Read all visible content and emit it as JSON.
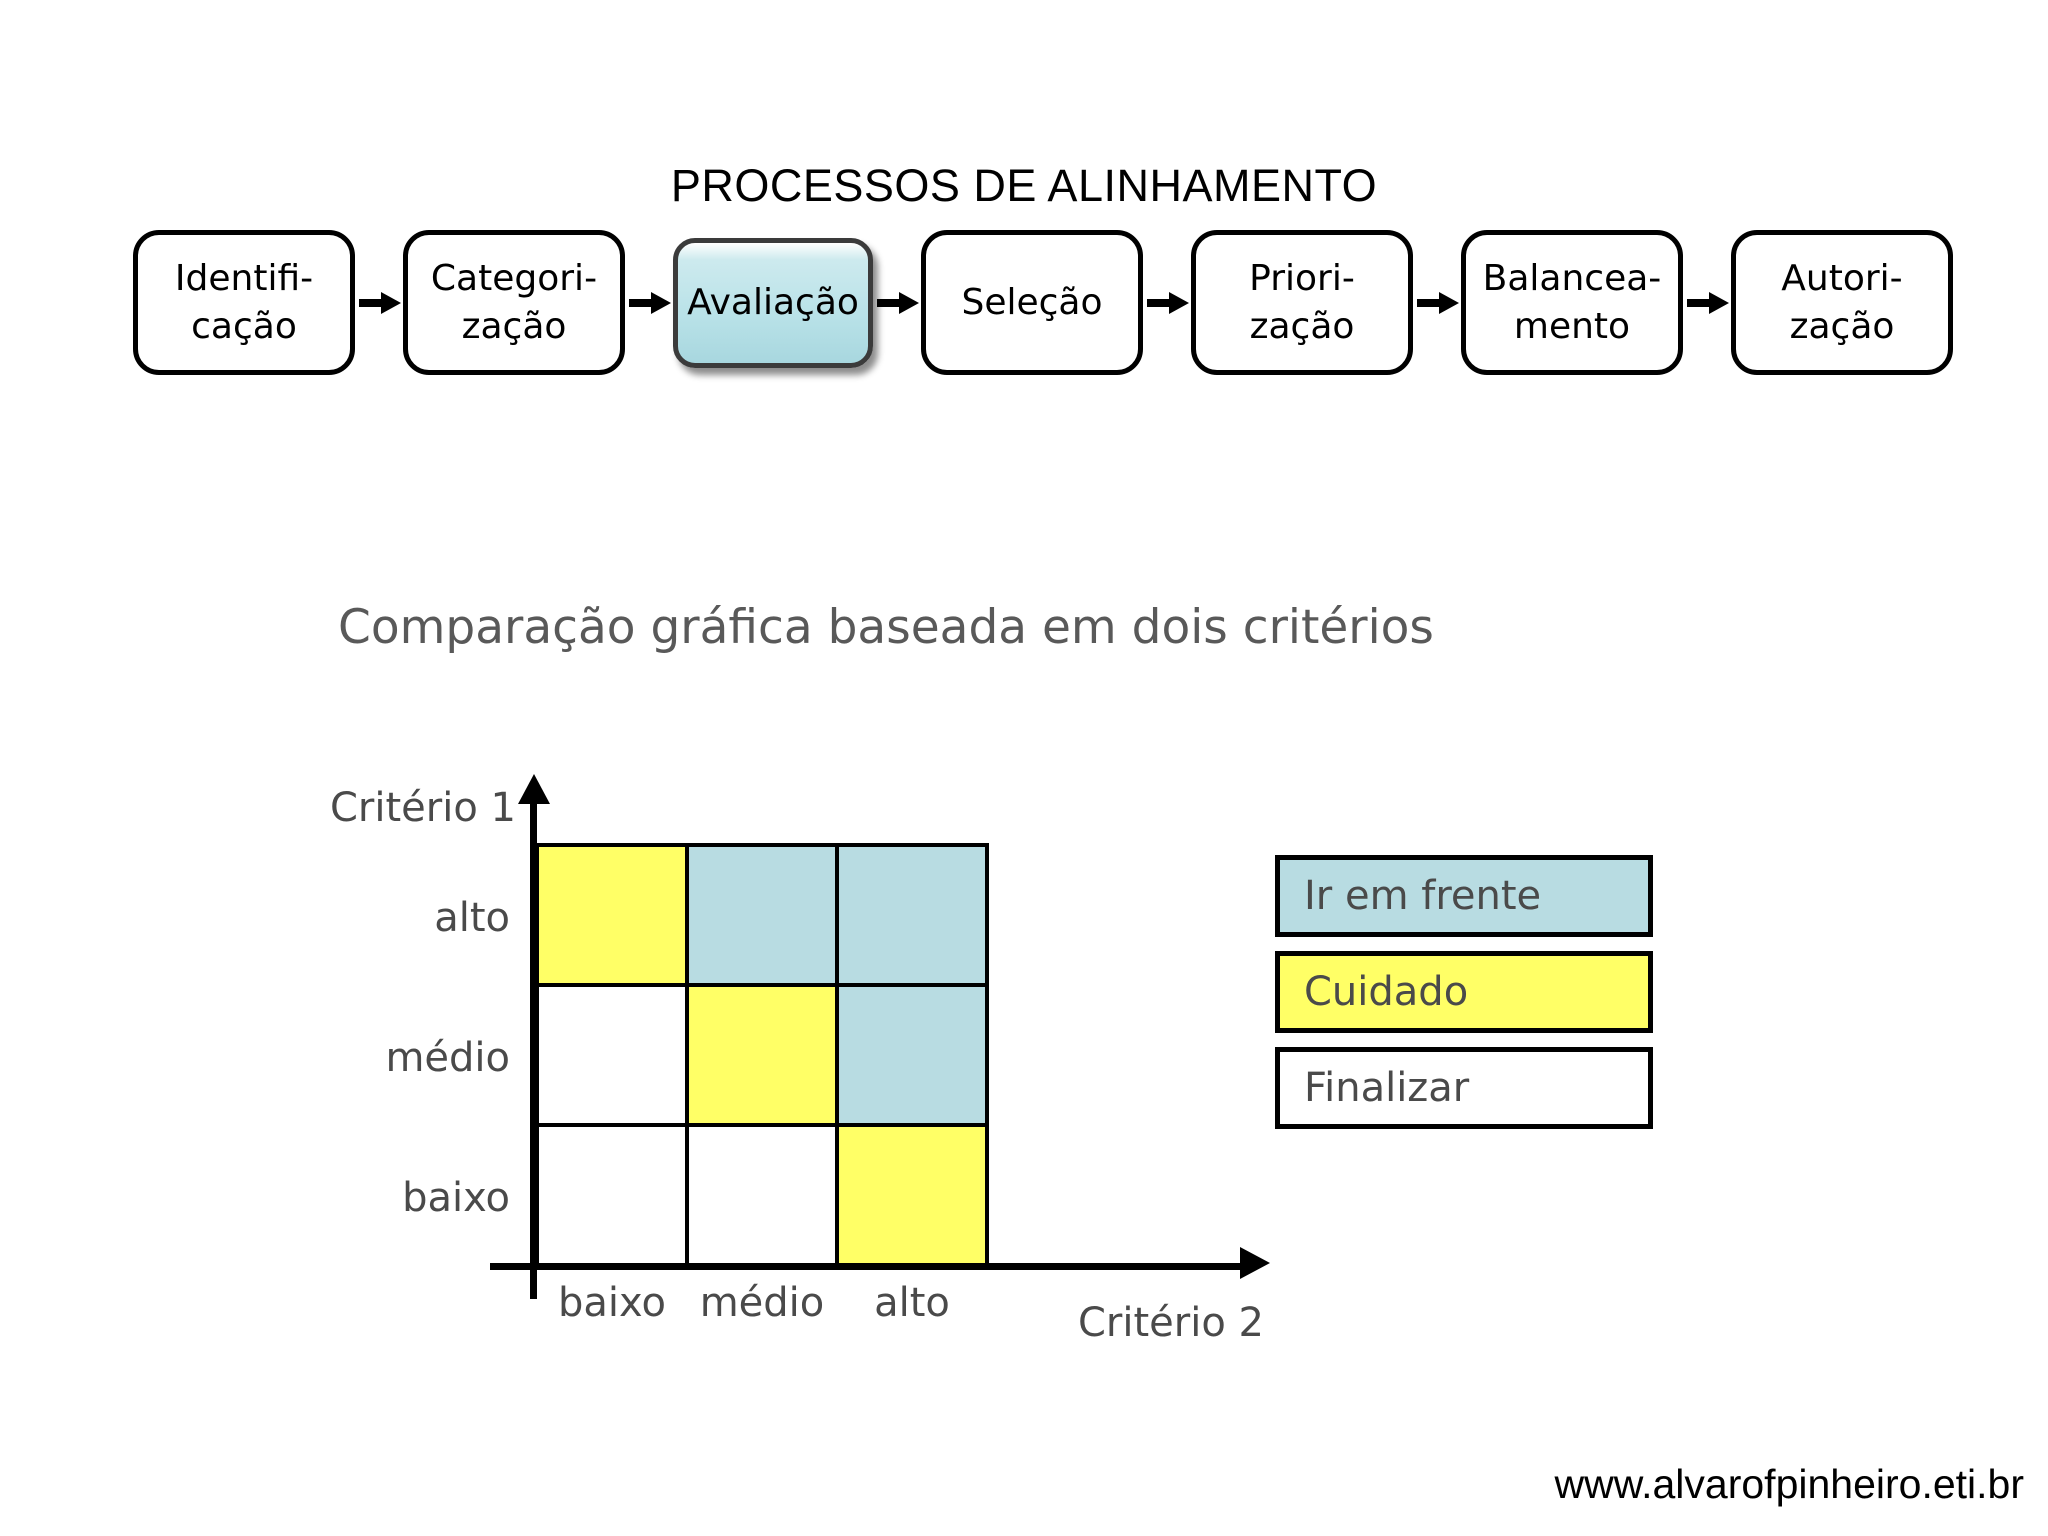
{
  "process": {
    "title": "PROCESSOS DE ALINHAMENTO",
    "steps": [
      {
        "label": "Identifi-\ncação",
        "highlighted": false
      },
      {
        "label": "Categori-\nzação",
        "highlighted": false
      },
      {
        "label": "Avaliação",
        "highlighted": true
      },
      {
        "label": "Seleção",
        "highlighted": false
      },
      {
        "label": "Priori-\nzação",
        "highlighted": false
      },
      {
        "label": "Balancea-\nmento",
        "highlighted": false
      },
      {
        "label": "Autori-\nzação",
        "highlighted": false
      }
    ]
  },
  "matrix": {
    "subtitle": "Comparação gráfica baseada em dois critérios",
    "y_axis_title": "Critério 1",
    "x_axis_title": "Critério 2",
    "y_ticks": [
      "alto",
      "médio",
      "baixo"
    ],
    "x_ticks": [
      "baixo",
      "médio",
      "alto"
    ]
  },
  "chart_data": {
    "type": "heatmap",
    "title": "Comparação gráfica baseada em dois critérios",
    "xlabel": "Critério 2",
    "ylabel": "Critério 1",
    "x_categories": [
      "baixo",
      "médio",
      "alto"
    ],
    "y_categories": [
      "alto",
      "médio",
      "baixo"
    ],
    "grid": true,
    "legend_position": "right",
    "cells": [
      [
        {
          "row": "alto",
          "col": "baixo",
          "category": "Cuidado",
          "color": "#ffff66"
        },
        {
          "row": "alto",
          "col": "médio",
          "category": "Ir em frente",
          "color": "#b8dce2"
        },
        {
          "row": "alto",
          "col": "alto",
          "category": "Ir em frente",
          "color": "#b8dce2"
        }
      ],
      [
        {
          "row": "médio",
          "col": "baixo",
          "category": "Finalizar",
          "color": "#ffffff"
        },
        {
          "row": "médio",
          "col": "médio",
          "category": "Cuidado",
          "color": "#ffff66"
        },
        {
          "row": "médio",
          "col": "alto",
          "category": "Ir em frente",
          "color": "#b8dce2"
        }
      ],
      [
        {
          "row": "baixo",
          "col": "baixo",
          "category": "Finalizar",
          "color": "#ffffff"
        },
        {
          "row": "baixo",
          "col": "médio",
          "category": "Finalizar",
          "color": "#ffffff"
        },
        {
          "row": "baixo",
          "col": "alto",
          "category": "Cuidado",
          "color": "#ffff66"
        }
      ]
    ],
    "legend": [
      {
        "label": "Ir em frente",
        "color": "#b8dce2"
      },
      {
        "label": "Cuidado",
        "color": "#ffff66"
      },
      {
        "label": "Finalizar",
        "color": "#ffffff"
      }
    ]
  },
  "legend": {
    "items": [
      {
        "label": "Ir em frente",
        "color": "#b8dce2"
      },
      {
        "label": "Cuidado",
        "color": "#ffff66"
      },
      {
        "label": "Finalizar",
        "color": "#ffffff"
      }
    ]
  },
  "footer": {
    "url": "www.alvarofpinheiro.eti.br"
  },
  "colors": {
    "go_ahead": "#b8dce2",
    "caution": "#ffff66",
    "finish": "#ffffff",
    "text_gray": "#4a4a4a",
    "title_black": "#000000"
  }
}
